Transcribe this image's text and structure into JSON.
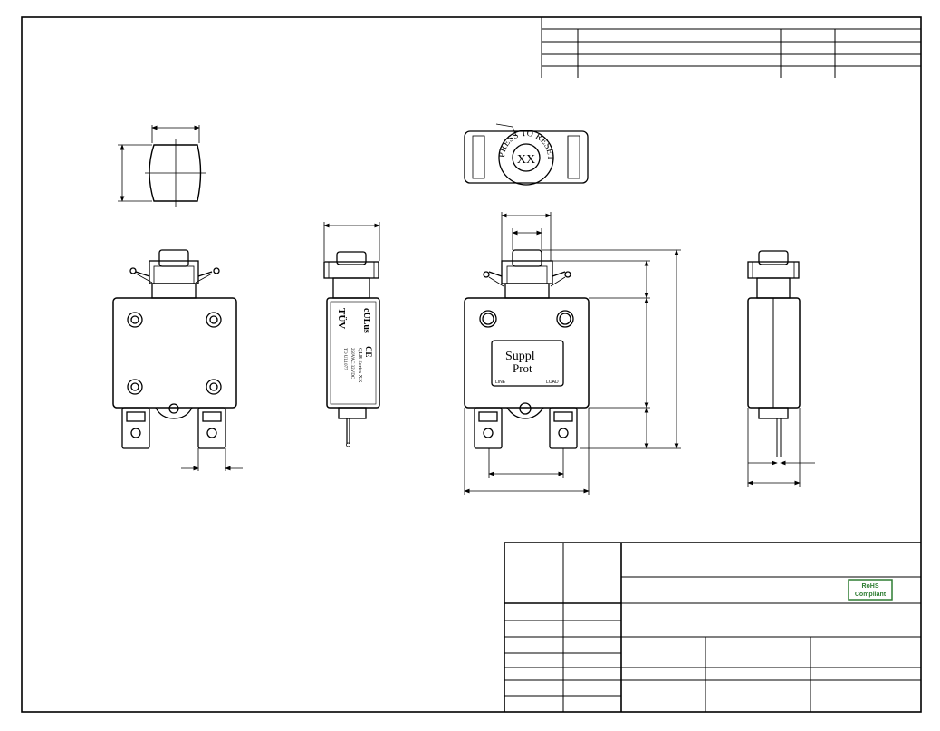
{
  "drawing": {
    "top_view": {
      "press_ring_text": "PRESS TO RESET",
      "center_mark": "XX"
    },
    "side_label": {
      "ul_mark": "cULus",
      "tuv_mark": "TÜV",
      "series_text": "QLB Series XX",
      "rating_text_1": "250VAC 32VDC",
      "rating_text_2": "TO UL1077",
      "ce_mark": "CE"
    },
    "front_label": {
      "line1": "Suppl",
      "line2": "Prot",
      "line_terminal": "LINE",
      "load_terminal": "LOAD"
    },
    "title_block": {
      "rohs_line1": "RoHS",
      "rohs_line2": "Compliant",
      "rohs_color": "#2e7d32"
    }
  }
}
